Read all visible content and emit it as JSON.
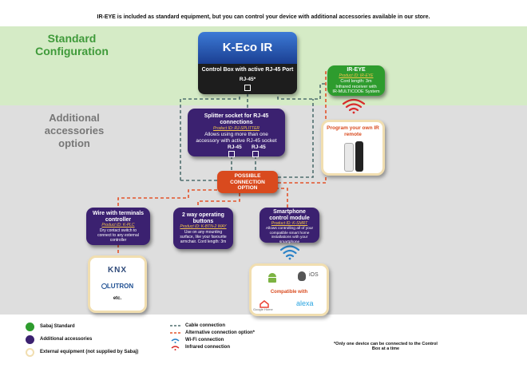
{
  "header": {
    "note": "IR-EYE is included as standard equipment, but you can control your device with additional accessories available in our store."
  },
  "sections": {
    "standard_1": "Standard",
    "standard_2": "Configuration",
    "additional_1": "Additional",
    "additional_2": "accessories",
    "additional_3": "option"
  },
  "keco": {
    "logo": "K-Eco IR",
    "label": "Control Box with active RJ-45 Port",
    "port": "RJ-45*"
  },
  "ireye": {
    "title": "IR-EYE",
    "pid": "Product ID: IR-EYE",
    "line1": "Cord length: 3m",
    "line2": "Infrared receiver with",
    "line3": "IR-MULTICODE System"
  },
  "remote": {
    "title": "Program your own IR remote"
  },
  "splitter": {
    "title": "Splitter socket for RJ-45 connections",
    "pid": "Product ID: RJ-SPLITTER",
    "line1": "Allows using more than one",
    "line2": "accessory with active RJ-45 socket",
    "port1": "RJ-45",
    "port2": "RJ-45"
  },
  "possible": {
    "line1": "POSSIBLE",
    "line2": "CONNECTION",
    "line3": "OPTION"
  },
  "wire": {
    "title1": "Wire with terminals",
    "title2": "controller",
    "pid": "Product ID: K-PLC",
    "line1": "Dry contact switch to",
    "line2": "connect to any external",
    "line3": "controller"
  },
  "twoway": {
    "title1": "2 way operating",
    "title2": "buttons",
    "pid": "Product ID: K-BTN-2 WAY",
    "line1": "Use on any mounting",
    "line2": "surface, like your favourite",
    "line3": "armchair. Cord length: 3m"
  },
  "smart": {
    "title1": "Smartphone",
    "title2": "control module",
    "pid": "Product ID: K-SMRT",
    "line1": "Allows controlling all of your",
    "line2": "compatible smart home",
    "line3": "installations with your",
    "line4": "smartphone"
  },
  "knx": {
    "brand1": "KNX",
    "brand2": "LUTRON",
    "etc": "etc."
  },
  "phone": {
    "ios": "iOS",
    "compatible": "Compatible with",
    "google": "Google Home",
    "alexa": "alexa"
  },
  "legend": {
    "standard": "Sabaj Standard",
    "additional": "Additional accessories",
    "external": "External equipment (not supplied by Sabaj)",
    "cable": "Cable connection",
    "alt": "Alternative connection option*",
    "wifi": "Wi-Fi connection",
    "ir": "Infrared connection",
    "footnote1": "*Only one device can be connected to the Control",
    "footnote2": "Box at a time"
  },
  "colors": {
    "green": "#2e9c2e",
    "purple": "#3b2170",
    "orange": "#d94a1e",
    "cable": "#4f6f6f",
    "alt": "#e3532a",
    "wifi": "#2a82c7",
    "ir": "#d92b2b"
  }
}
